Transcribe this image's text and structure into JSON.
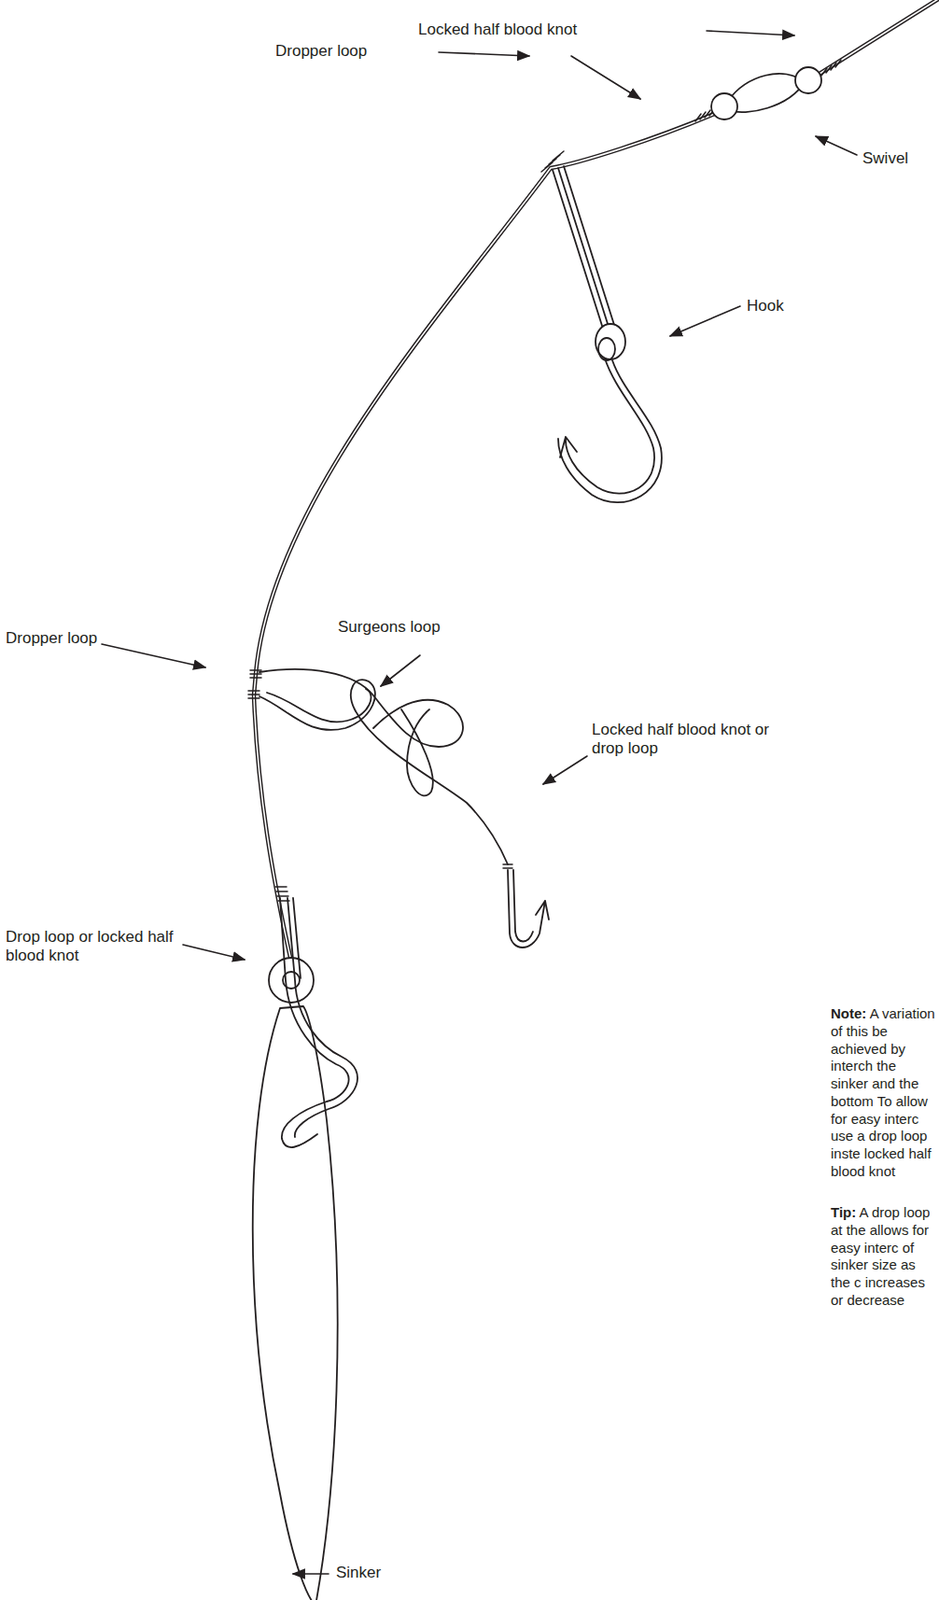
{
  "diagram": {
    "labels": [
      "Locked half blood knot",
      "Swivel",
      "Dropper loop",
      "Hook",
      "Dropper loop",
      "Surgeons loop",
      "Locked half blood knot or drop loop",
      "Drop loop or locked half blood knot",
      "Sinker",
      "Note:",
      "A variation of this be achieved by interch the sinker and the bottom To allow for easy interc use a drop loop inste locked half blood knot",
      "Tip:",
      "A drop loop at the allows for easy interc of sinker size as the c increases or decrease"
    ]
  }
}
